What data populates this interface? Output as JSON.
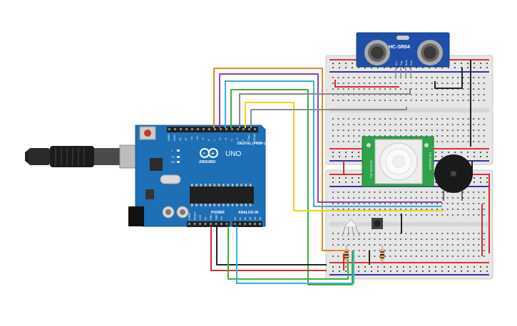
{
  "arduino": {
    "brand": "ARDUINO",
    "model": "UNO",
    "digital_label": "DIGITAL (PWM~)",
    "power_label": "POWER",
    "analog_label": "ANALOG IN",
    "tx_label": "TX",
    "rx_label": "RX",
    "l_label": "L",
    "on_label": "ON",
    "aref_label": "AREF",
    "gnd_label": "GND",
    "digital_pins": [
      "13",
      "12",
      "~11",
      "~10",
      "~9",
      "8",
      "7",
      "~6",
      "~5",
      "4",
      "~3",
      "2",
      "TX▸1",
      "RX◂0"
    ],
    "power_pins": [
      "IOREF",
      "RESET",
      "3.3V",
      "5V",
      "GND",
      "GND",
      "Vin"
    ],
    "analog_pins": [
      "A0",
      "A1",
      "A2",
      "A3",
      "A4",
      "A5"
    ]
  },
  "ultrasonic": {
    "model": "HC-SR04",
    "pins": [
      "Vcc",
      "Trig",
      "Echo",
      "Gnd"
    ]
  },
  "pir": {
    "left_label": "PIR SENSOR",
    "right_label": "PIR SENSOR"
  },
  "colors": {
    "board": "#1e6fb5",
    "breadboard": "#e6e6e6",
    "wire_orange": "#e08a1e",
    "wire_purple": "#8b44b0",
    "wire_cyan": "#3ab0d8",
    "wire_green": "#3fae3a",
    "wire_gray": "#888888",
    "wire_yellow": "#f2d21b",
    "wire_red": "#d62c2c",
    "wire_black": "#222222",
    "wire_blue": "#2f6fd6"
  }
}
